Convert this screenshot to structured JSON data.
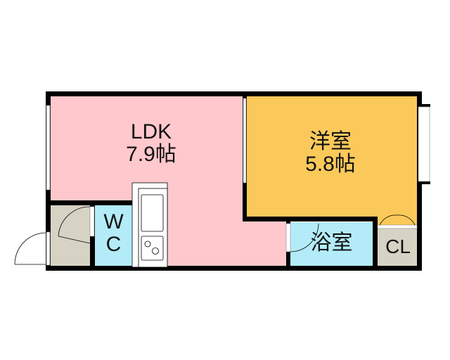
{
  "rooms": {
    "ldk": {
      "name": "LDK",
      "size": "7.9帖"
    },
    "western": {
      "name": "洋室",
      "size": "5.8帖"
    },
    "wc": {
      "line1": "W",
      "line2": "C"
    },
    "bath": {
      "name": "浴室"
    },
    "closet": {
      "name": "CL"
    }
  },
  "colors": {
    "ldk": "#ffc8cc",
    "western": "#fbc95a",
    "wet": "#b3ecf8",
    "genkan": "#d6d3c4",
    "wall": "#000000"
  }
}
